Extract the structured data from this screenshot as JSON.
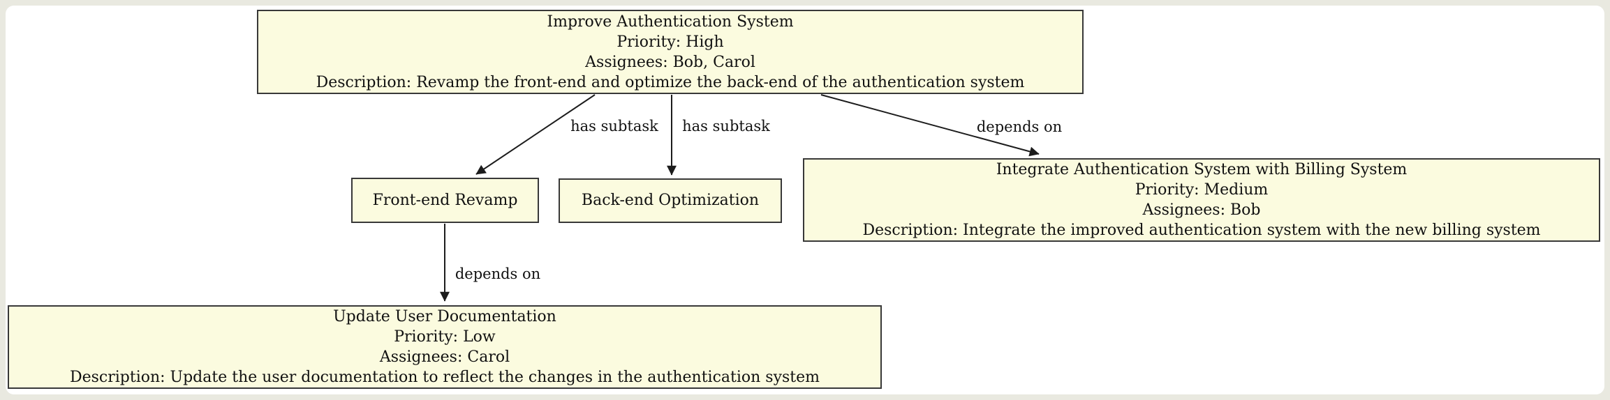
{
  "diagram": {
    "type": "task-dependency-graph",
    "colors": {
      "frame_background": "#e9e9e0",
      "canvas_background": "#ffffff",
      "node_fill": "#fbfbdf",
      "node_border": "#383838",
      "edge_color": "#1c1c1c",
      "text_color": "#111111"
    },
    "nodes": {
      "improve_auth": {
        "title": "Improve Authentication System",
        "priority": "Priority: High",
        "assignees": "Assignees: Bob, Carol",
        "description": "Description: Revamp the front-end and optimize the back-end of the authentication system"
      },
      "frontend_revamp": {
        "title": "Front-end Revamp"
      },
      "backend_optimization": {
        "title": "Back-end Optimization"
      },
      "integrate_billing": {
        "title": "Integrate Authentication System with Billing System",
        "priority": "Priority: Medium",
        "assignees": "Assignees: Bob",
        "description": "Description: Integrate the improved authentication system with the new billing system"
      },
      "update_docs": {
        "title": "Update User Documentation",
        "priority": "Priority: Low",
        "assignees": "Assignees: Carol",
        "description": "Description: Update the user documentation to reflect the changes in the authentication system"
      }
    },
    "edges": {
      "auth_to_frontend": {
        "label": "has subtask"
      },
      "auth_to_backend": {
        "label": "has subtask"
      },
      "auth_to_billing": {
        "label": "depends on"
      },
      "frontend_to_docs": {
        "label": "depends on"
      }
    }
  }
}
